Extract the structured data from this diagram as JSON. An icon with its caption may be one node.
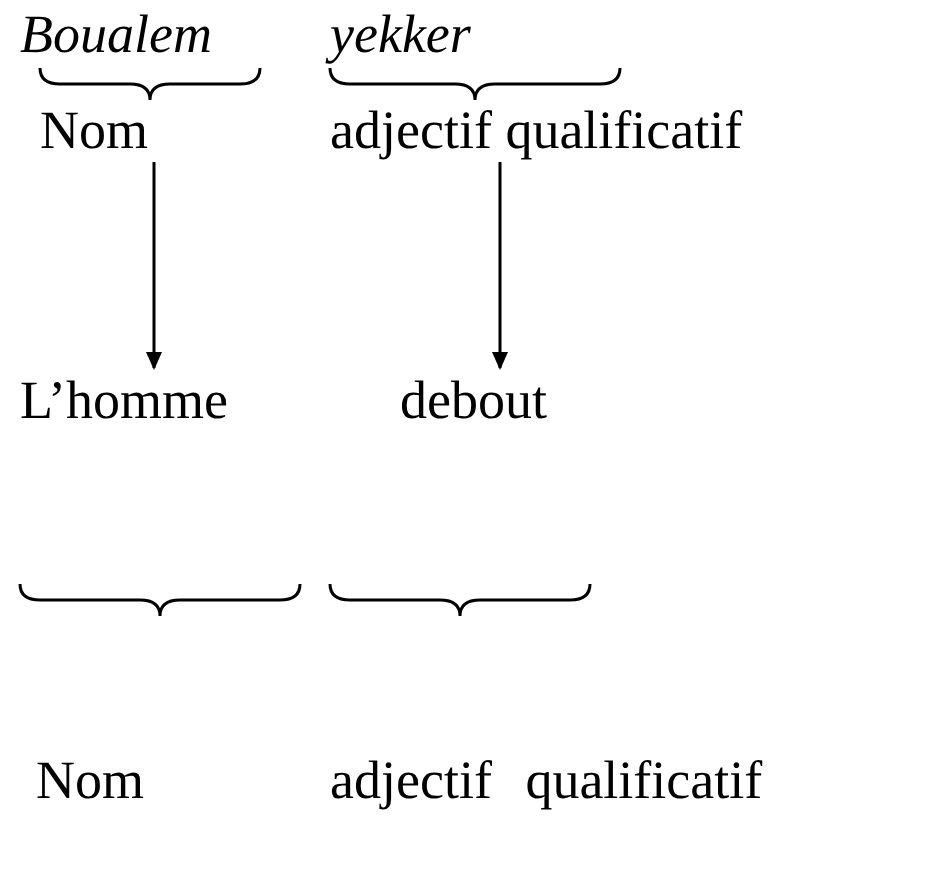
{
  "diagram": {
    "nodes": [
      {
        "text": [
          "Nom"
        ]
      },
      {
        "text": [
          "adjectif qualificatif"
        ]
      },
      {
        "text": [
          "L’homme"
        ]
      },
      {
        "text": [
          "debout"
        ]
      }
    ],
    "edges": [
      {
        "from": 0,
        "to": 2,
        "arrow": "to"
      },
      {
        "from": 1,
        "to": 3,
        "arrow": "to"
      }
    ],
    "labels": [
      "Boualem",
      "yekker",
      "Nom",
      "adjectif qualificatif"
    ]
  }
}
